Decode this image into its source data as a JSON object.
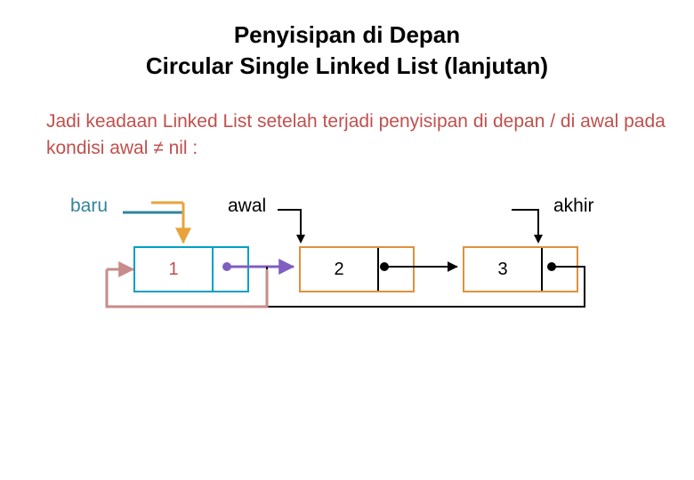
{
  "title": {
    "line1": "Penyisipan di Depan",
    "line2": "Circular Single Linked List (lanjutan)"
  },
  "subtitle": {
    "text": "Jadi keadaan Linked List setelah terjadi penyisipan di depan / di awal pada kondisi awal ≠ nil :",
    "color": "#C0504D"
  },
  "labels": {
    "baru": "baru",
    "awal": "awal",
    "akhir": "akhir"
  },
  "colors": {
    "baru_label": "#31859C",
    "new_node_border": "#00A0C6",
    "existing_node_border": "#E0903B",
    "baru_pointer": "#E8A33D",
    "baru_line": "#31859C",
    "next_pointer": "#7F5FC0",
    "tail_wrap": "#C98B8B",
    "black": "#000000"
  },
  "chart_data": {
    "type": "diagram",
    "nodes": [
      {
        "id": "node-1",
        "data": "1",
        "pointer": "",
        "border": "#00A0C6",
        "label": "baru"
      },
      {
        "id": "node-2",
        "data": "2",
        "pointer": "",
        "border": "#E0903B",
        "label": "awal"
      },
      {
        "id": "node-3",
        "data": "3",
        "pointer": "",
        "border": "#E0903B",
        "label": "akhir"
      }
    ],
    "edges": [
      {
        "from": "baru",
        "to": "node-1",
        "color": "#E8A33D"
      },
      {
        "from": "node-1",
        "to": "node-2",
        "color": "#7F5FC0"
      },
      {
        "from": "awal",
        "to": "node-2",
        "color": "#000000"
      },
      {
        "from": "node-2",
        "to": "node-3",
        "color": "#000000"
      },
      {
        "from": "akhir",
        "to": "node-3",
        "color": "#000000"
      },
      {
        "from": "node-3",
        "to": "node-1",
        "color": "#C98B8B"
      }
    ]
  }
}
